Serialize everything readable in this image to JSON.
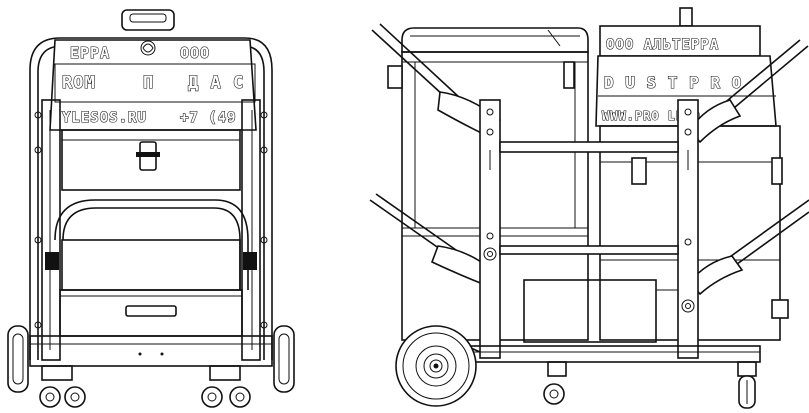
{
  "front_view": {
    "label_line1": "ЕРРА",
    "label_line1_right": "ООО",
    "label_line2": "ROM",
    "label_line2_mid": "П",
    "label_line2_right": "Д А С",
    "label_line3": "YLESOS.RU",
    "label_line3_right": "+7 (49"
  },
  "side_view": {
    "label_line1": "ООО  АЛЬТЕРРА",
    "label_line2": "D U S T  P R O",
    "label_line3": "WWW.PRO        LESO"
  }
}
